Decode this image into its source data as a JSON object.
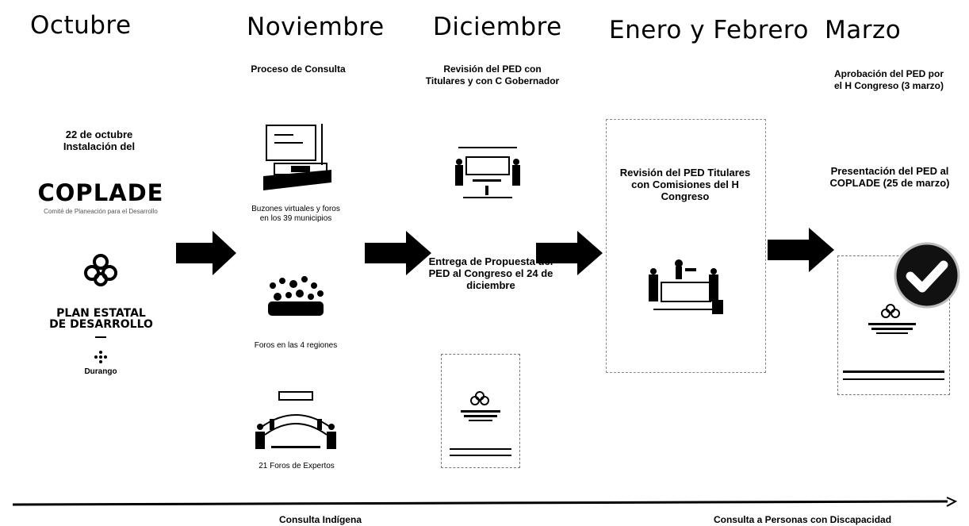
{
  "months": {
    "october": "Octubre",
    "november": "Noviembre",
    "december": "Diciembre",
    "jan_feb": "Enero y Febrero",
    "march": "Marzo"
  },
  "october": {
    "event": "22 de octubre Instalación del",
    "coplade": "COPLADE",
    "coplade_sub": "Comité de Planeación para el Desarrollo",
    "plan_line1": "PLAN ESTATAL",
    "plan_line2": "DE DESARROLLO",
    "bottom_logo": "Durango"
  },
  "november": {
    "heading": "Proceso de Consulta",
    "item1": "Buzones virtuales y foros en los 39 municipios",
    "item2": "Foros en las 4 regiones",
    "item3": "21 Foros de Expertos"
  },
  "december": {
    "review": "Revisión del PED con Titulares y con C Gobernador",
    "delivery": "Entrega de Propuesta del PED al Congreso el 24 de diciembre"
  },
  "jan_feb": {
    "review": "Revisión del PED Titulares con Comisiones del H Congreso"
  },
  "march": {
    "approval": "Aprobación del PED por el H Congreso (3 marzo)",
    "presentation": "Presentación del PED al COPLADE (25 de marzo)"
  },
  "bottom": {
    "indigenous": "Consulta Indígena",
    "disability": "Consulta a Personas con Discapacidad"
  },
  "colors": {
    "ink": "#000000",
    "gray": "#777777",
    "check_bg": "#111111"
  },
  "icons": [
    "coplade-logo",
    "plan-logo",
    "durango-logo",
    "ballot-box-icon",
    "crowd-icon",
    "conference-table-icon",
    "document-icon",
    "meeting-icon",
    "check-badge-icon"
  ]
}
